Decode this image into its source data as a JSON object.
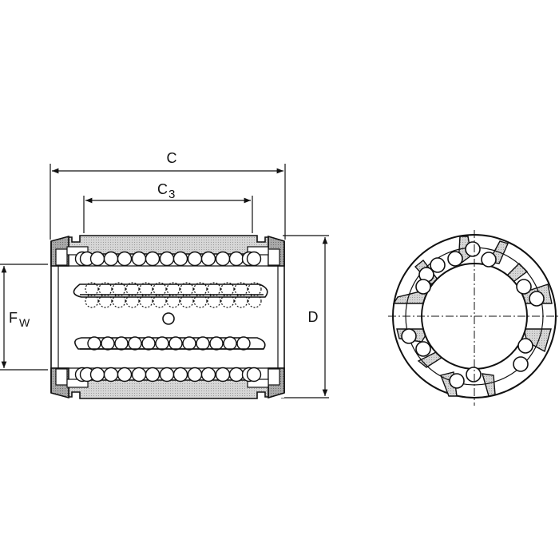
{
  "diagram": {
    "title": "Linear ball bearing dimension drawing",
    "side_view": {
      "dimensions": {
        "overall_length": {
          "label": "C",
          "sub": ""
        },
        "retaining_ring_distance": {
          "label": "C",
          "sub": "3"
        },
        "inner_diameter": {
          "label": "F",
          "sub": "W"
        },
        "outer_diameter": {
          "label": "D",
          "sub": ""
        }
      },
      "ball_rows": {
        "top_row_balls": 13,
        "bottom_row_balls": 13,
        "upper_return_row": "dashed (hidden)",
        "lower_return_row": "solid"
      }
    },
    "end_view": {
      "description": "Cross-section showing ball circuits and segments",
      "centerlines": "dash-dot"
    },
    "colors": {
      "line": "#111111",
      "hatch_light": "#cfcfcf",
      "hatch_dark": "#9a9a9a",
      "background": "#ffffff"
    }
  }
}
